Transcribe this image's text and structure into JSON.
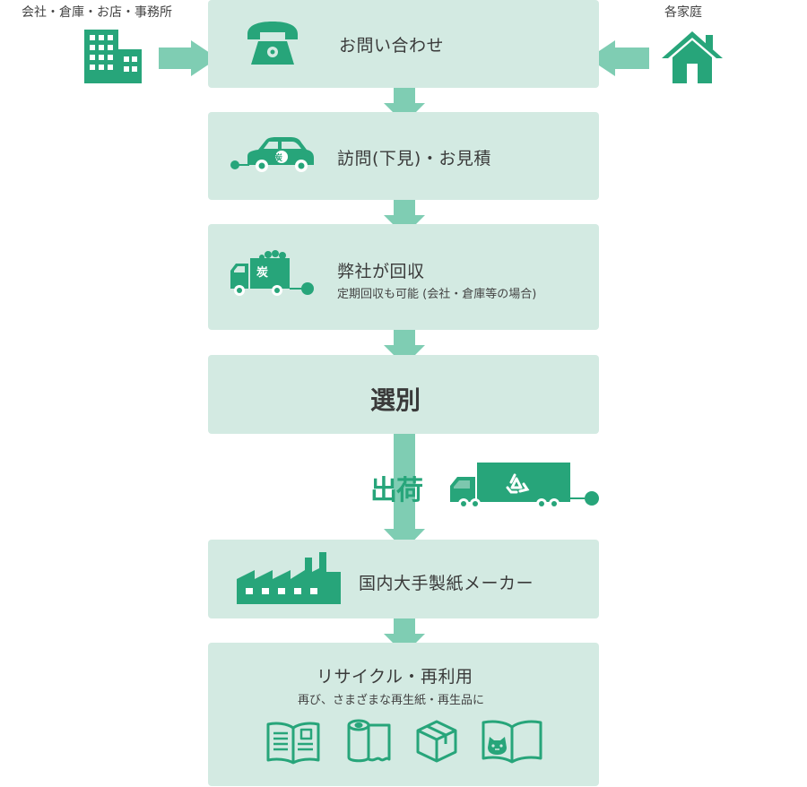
{
  "sources": {
    "business_label": "会社・倉庫・お店・事務所",
    "home_label": "各家庭"
  },
  "steps": {
    "inquiry": "お問い合わせ",
    "visit": "訪問(下見)・お見積",
    "collect_title": "弊社が回収",
    "collect_note": "定期回収も可能 (会社・倉庫等の場合)",
    "sort": "選別",
    "ship": "出荷",
    "maker": "国内大手製紙メーカー",
    "recycle_title": "リサイクル・再利用",
    "recycle_note": "再び、さまざまな再生紙・再生品に"
  },
  "emblem_char": "炭",
  "colors": {
    "box_fill": "#d3eae2",
    "icon_green": "#27a57a",
    "arrow_green": "#7fcdb3",
    "text": "#3a3a3a"
  }
}
